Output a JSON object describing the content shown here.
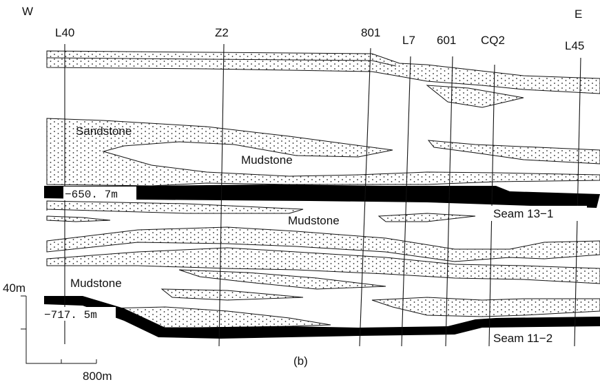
{
  "orientation": {
    "west": "W",
    "east": "E"
  },
  "boreholes": [
    "L40",
    "Z2",
    "801",
    "L7",
    "601",
    "CQ2",
    "L45"
  ],
  "lithology_labels": {
    "sandstone": "Sandstone",
    "mudstone_upper": "Mudstone",
    "mudstone_middle": "Mudstone",
    "mudstone_lower": "Mudstone"
  },
  "elevations": {
    "upper": "−650. 7m",
    "lower": "−717. 5m"
  },
  "seams": {
    "upper": "Seam 13−1",
    "lower": "Seam 11−2"
  },
  "scale": {
    "vertical": "40m",
    "horizontal": "800m"
  },
  "caption": "(b)",
  "colors": {
    "coal": "#000000",
    "line": "#111111",
    "sand_dot": "#222222"
  }
}
